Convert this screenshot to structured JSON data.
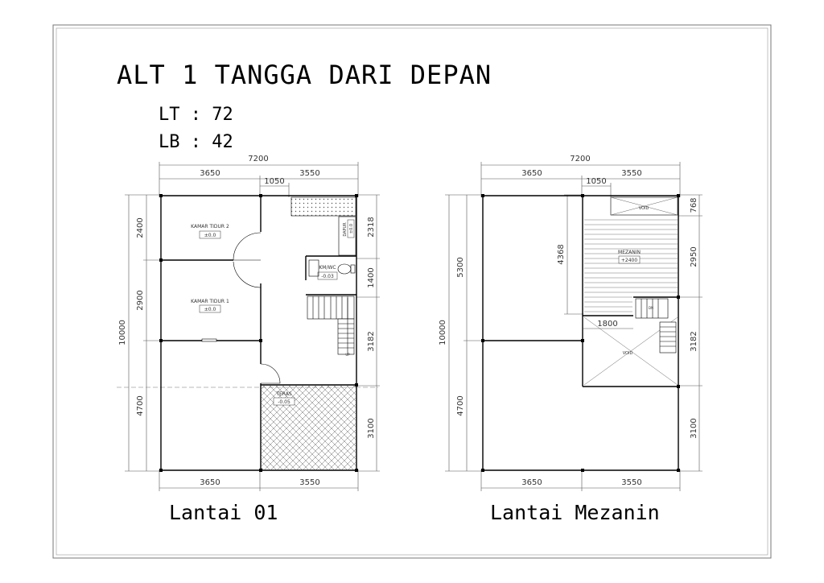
{
  "title": "ALT 1 TANGGA DARI DEPAN",
  "stats": {
    "lt": "LT : 72",
    "lb": "LB : 42"
  },
  "plans": {
    "ground": {
      "name": "Lantai 01",
      "dims": {
        "total_width": "7200",
        "left_width": "3650",
        "right_width": "3550",
        "stair_width": "1050",
        "total_depth": "10000",
        "depth_a": "2400",
        "depth_b": "2900",
        "depth_c": "4700",
        "right_a": "2318",
        "right_b": "1400",
        "right_c": "3182",
        "right_d": "3100"
      },
      "rooms": {
        "kamar2": "KAMAR TIDUR 2",
        "kamar2_lvl": "±0.0",
        "kamar1": "KAMAR TIDUR 1",
        "kamar1_lvl": "±0.0",
        "dapur": "DAPUR",
        "dapur_lvl": "±0.0",
        "kmwc": "KM/WC",
        "kmwc_lvl": "-0.03",
        "teras": "TERAS",
        "teras_lvl": "-0.05",
        "up": "UP"
      }
    },
    "mezzanine": {
      "name": "Lantai Mezanin",
      "dims": {
        "total_width": "7200",
        "left_width": "3650",
        "right_width": "3550",
        "stair_width": "1050",
        "total_depth": "10000",
        "depth_a": "5300",
        "depth_c": "4700",
        "mez_depth": "4368",
        "mez_width": "1800",
        "right_a": "768",
        "right_b": "2950",
        "right_c": "3182",
        "right_d": "3100"
      },
      "rooms": {
        "void_top": "VOID",
        "mezanin": "MEZANIN",
        "mezanin_lvl": "+2400",
        "dn": "DN",
        "void_main": "VOID"
      }
    }
  }
}
